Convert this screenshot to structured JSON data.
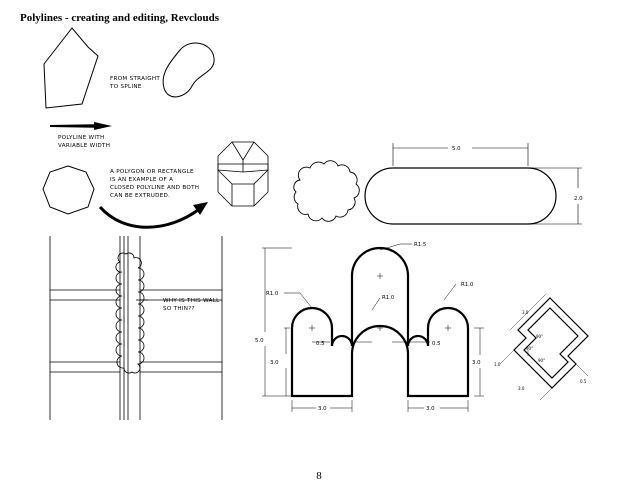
{
  "document": {
    "title": "Polylines - creating and editing, Revclouds",
    "page_number": "8"
  },
  "annotations": {
    "spline_line1": "FROM STRAIGHT",
    "spline_line2": "TO SPLINE",
    "width_line1": "POLYLINE WITH",
    "width_line2": "VARIABLE WIDTH",
    "polygon_line1": "A POLYGON OR RECTANGLE",
    "polygon_line2": "IS AN EXAMPLE OF A",
    "polygon_line3": "CLOSED POLYLINE AND BOTH",
    "polygon_line4": "CAN BE EXTRUDED.",
    "wall_line1": "WHY IS THIS WALL",
    "wall_line2": "SO THIN??"
  },
  "slot_dimensions": {
    "width": "5.0",
    "height": "2.0"
  },
  "arch_dimensions": {
    "r_top": "R1.5",
    "r_left": "R1.0",
    "r_right": "R1.0",
    "r_center": "R1.0",
    "overall_height": "5.0",
    "left_height": "3.0",
    "right_height": "3.0",
    "left_gap": "0.5",
    "right_gap": "0.5",
    "left_width": "3.0",
    "right_width": "3.0"
  },
  "offset_dimensions": {
    "top": "3.0",
    "left": "1.0",
    "bottom": "3.0",
    "right": "0.5",
    "angle1": "90°",
    "angle2": "90°",
    "angle3": "90°"
  }
}
